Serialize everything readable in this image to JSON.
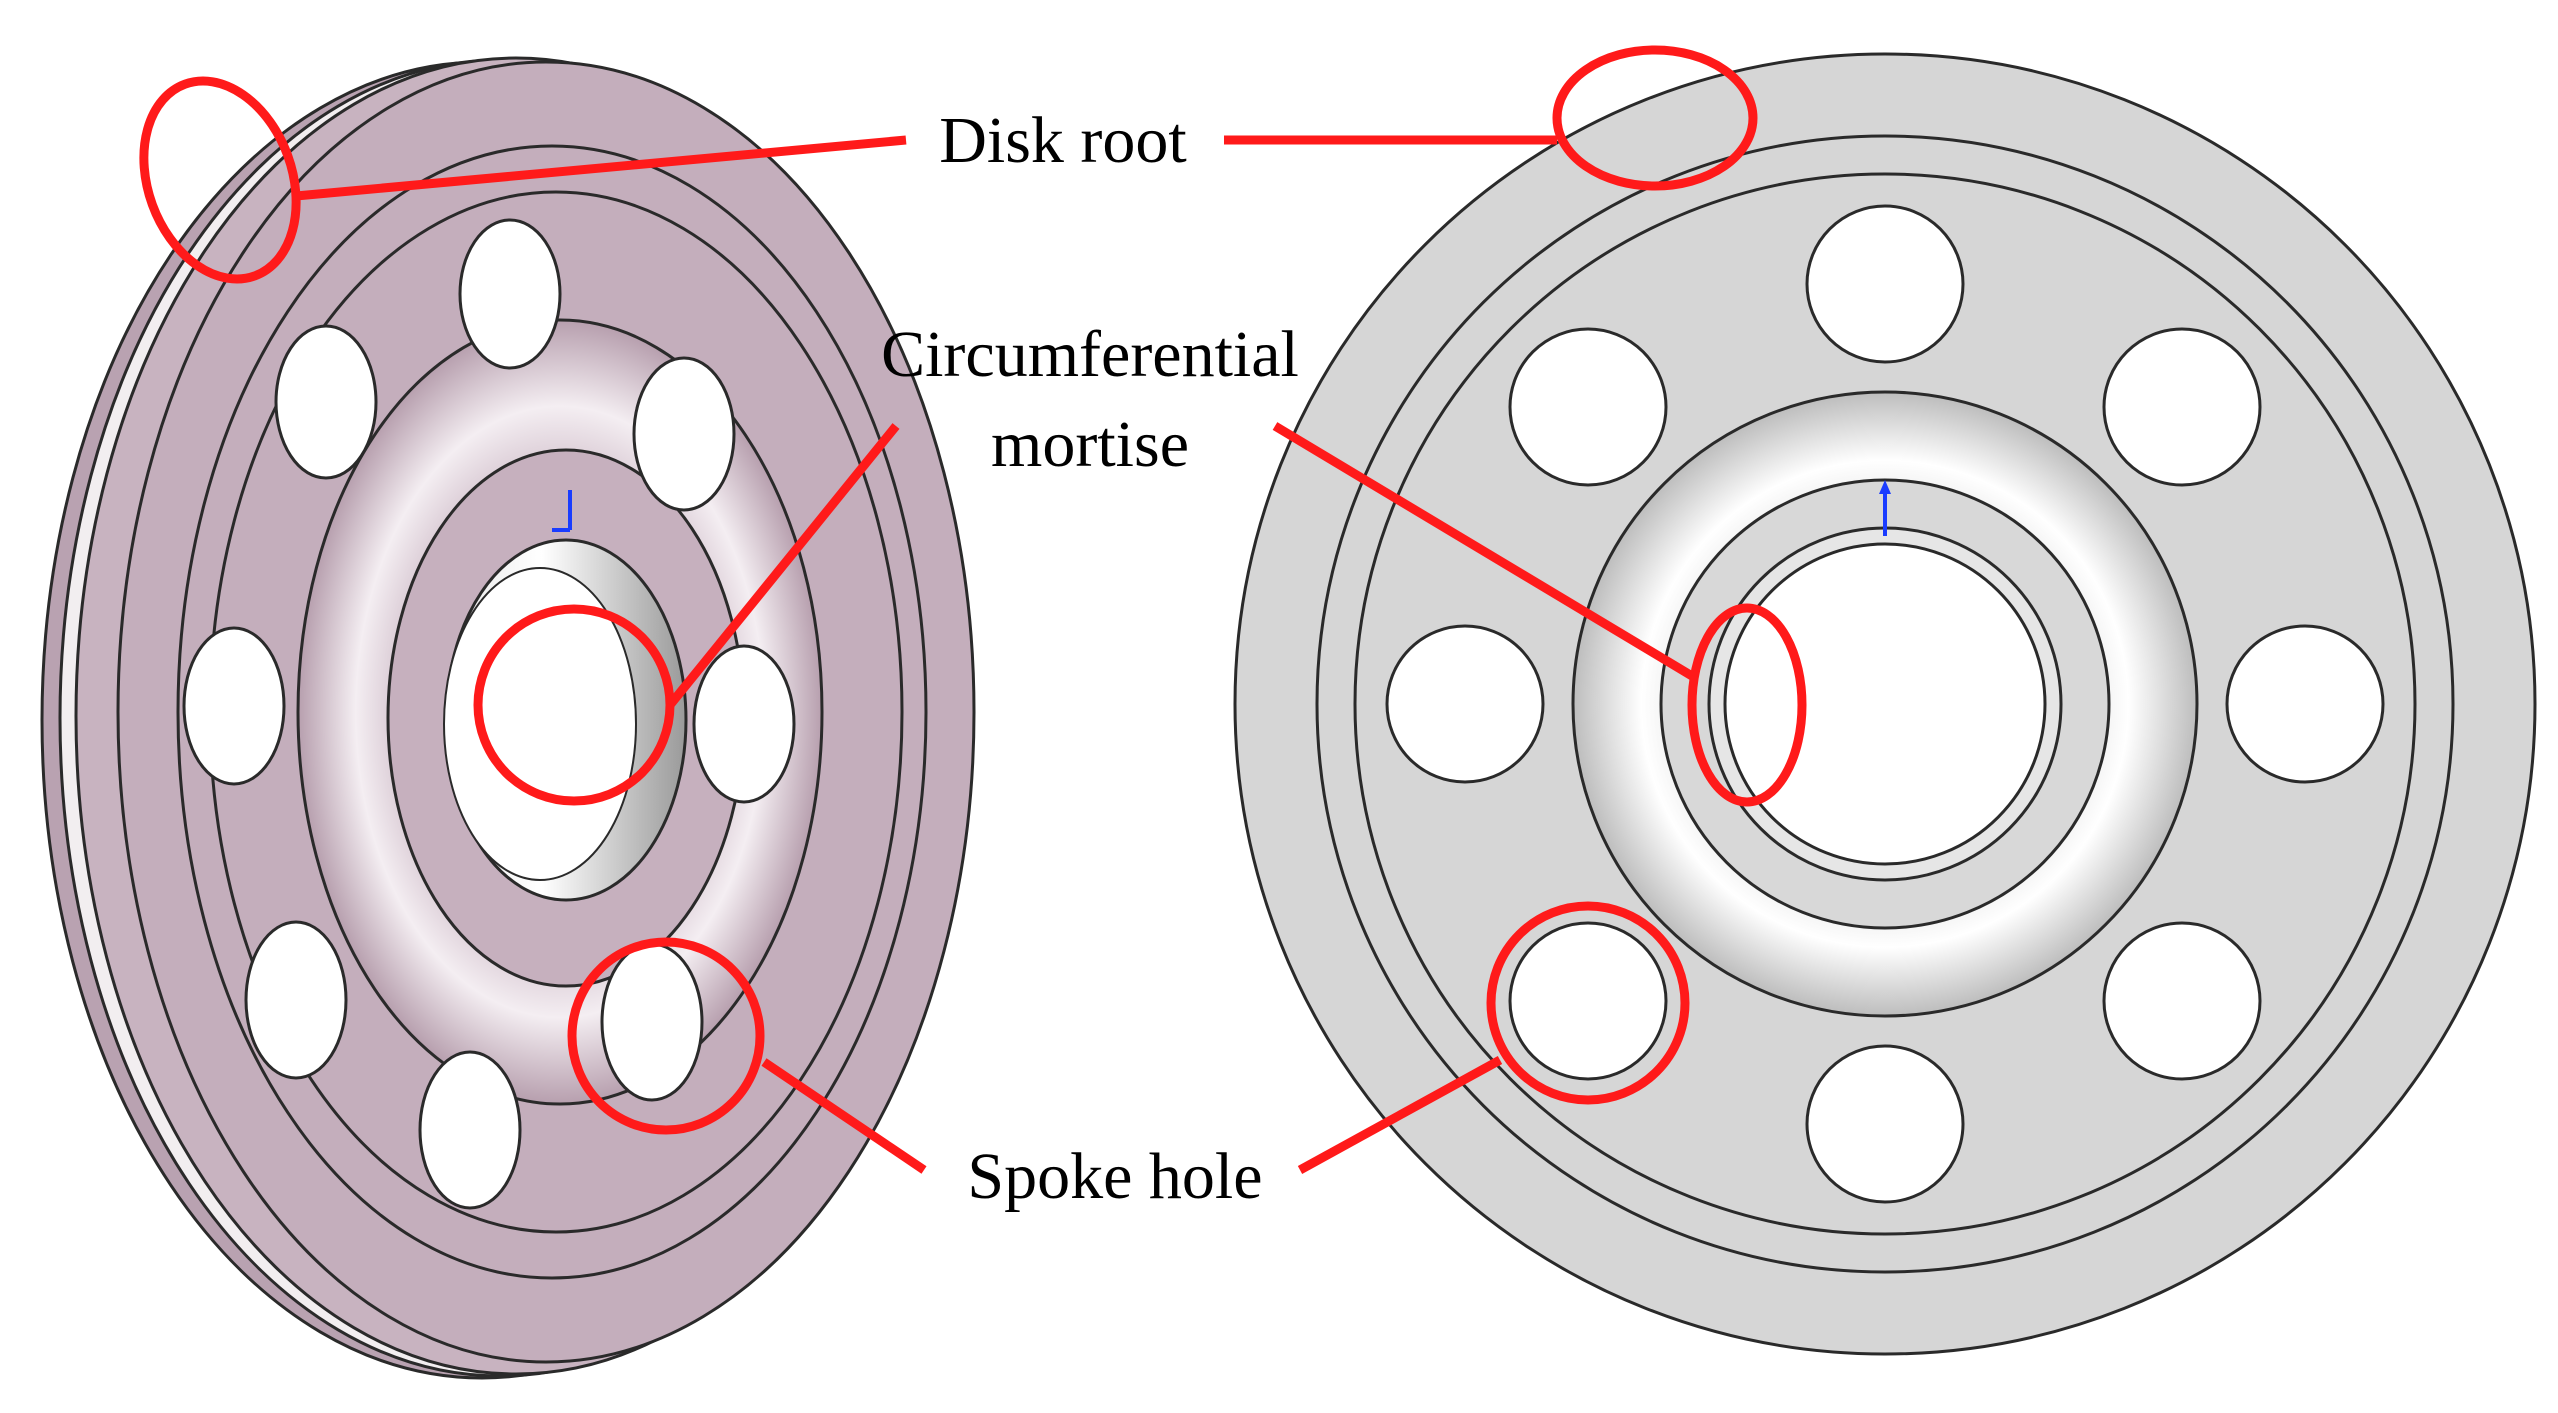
{
  "labels": {
    "disk_root": "Disk root",
    "circumferential_line1": "Circumferential",
    "circumferential_line2": "mortise",
    "spoke_hole": "Spoke hole"
  },
  "colors": {
    "left_disk_face": "#c4aebc",
    "left_disk_shade": "#a8909f",
    "right_disk_face": "#d6d6d6",
    "right_disk_shade": "#b4b4b4",
    "highlight": "#ff1a1a",
    "outline": "#2a2a2a",
    "axis_marker": "#1a3cff"
  }
}
